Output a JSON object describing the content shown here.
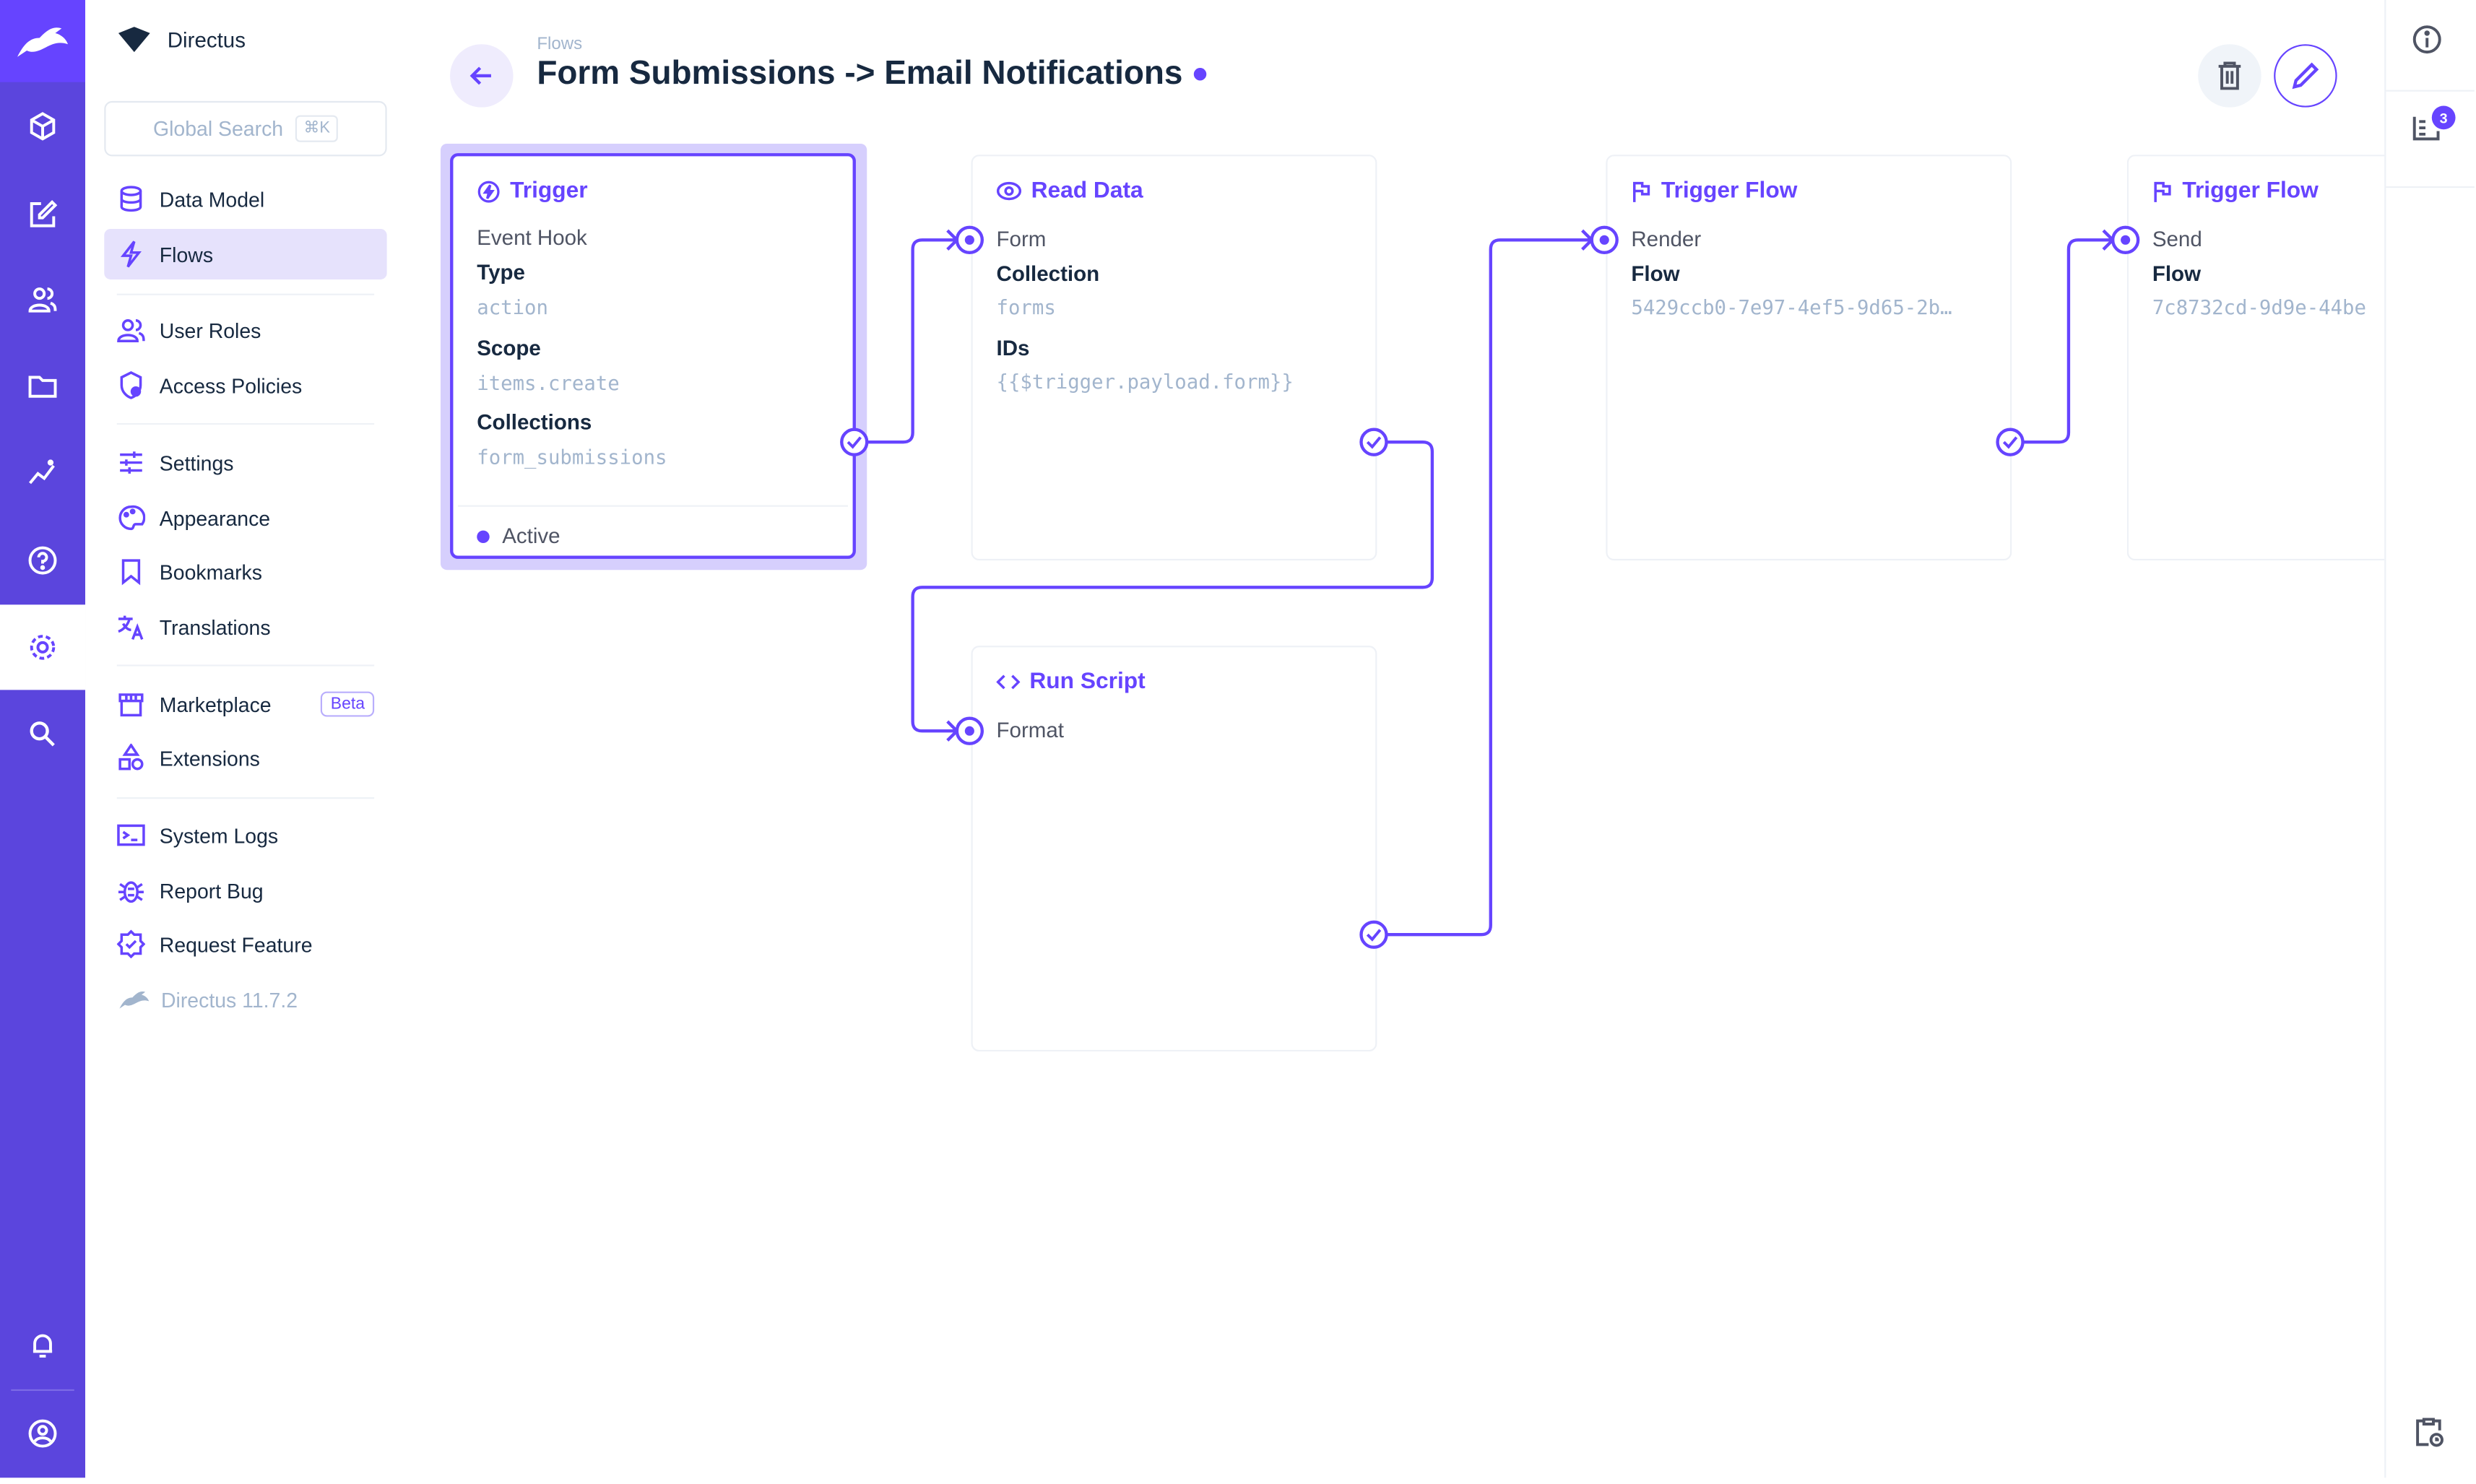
{
  "app": {
    "name": "Directus",
    "version": "Directus 11.7.2",
    "accent": "#6644ff"
  },
  "rail": {
    "items": [
      "cube-icon",
      "edit-icon",
      "users-icon",
      "folder-icon",
      "insights-icon",
      "help-icon",
      "settings-icon",
      "search-icon"
    ],
    "bottom": [
      "bell-icon",
      "account-icon"
    ]
  },
  "nav": {
    "search_placeholder": "Global Search",
    "search_shortcut": "⌘K",
    "items": [
      {
        "label": "Data Model",
        "icon": "database-icon"
      },
      {
        "label": "Flows",
        "icon": "bolt-icon",
        "active": true
      },
      {
        "label": "User Roles",
        "icon": "users-icon"
      },
      {
        "label": "Access Policies",
        "icon": "shield-icon"
      },
      {
        "label": "Settings",
        "icon": "sliders-icon"
      },
      {
        "label": "Appearance",
        "icon": "palette-icon"
      },
      {
        "label": "Bookmarks",
        "icon": "bookmark-icon"
      },
      {
        "label": "Translations",
        "icon": "translate-icon"
      },
      {
        "label": "Marketplace",
        "icon": "store-icon",
        "badge": "Beta"
      },
      {
        "label": "Extensions",
        "icon": "extension-icon"
      },
      {
        "label": "System Logs",
        "icon": "terminal-icon"
      },
      {
        "label": "Report Bug",
        "icon": "bug-icon"
      },
      {
        "label": "Request Feature",
        "icon": "verified-icon"
      }
    ]
  },
  "header": {
    "breadcrumb": "Flows",
    "title": "Form Submissions -> Email Notifications",
    "status_dot_color": "#6644ff"
  },
  "cards": {
    "trigger": {
      "title": "Trigger",
      "subtitle": "Event Hook",
      "type_label": "Type",
      "type_value": "action",
      "scope_label": "Scope",
      "scope_value": "items.create",
      "collections_label": "Collections",
      "collections_value": "form_submissions",
      "status": "Active"
    },
    "read": {
      "title": "Read Data",
      "subtitle": "Form",
      "collection_label": "Collection",
      "collection_value": "forms",
      "ids_label": "IDs",
      "ids_value": "{{$trigger.payload.form}}"
    },
    "script": {
      "title": "Run Script",
      "subtitle": "Format"
    },
    "flow1": {
      "title": "Trigger Flow",
      "subtitle": "Render",
      "flow_label": "Flow",
      "flow_value": "5429ccb0-7e97-4ef5-9d65-2b…"
    },
    "flow2": {
      "title": "Trigger Flow",
      "subtitle": "Send",
      "flow_label": "Flow",
      "flow_value": "7c8732cd-9d9e-44be"
    }
  },
  "sidebar_right": {
    "notifications_badge": "3"
  }
}
